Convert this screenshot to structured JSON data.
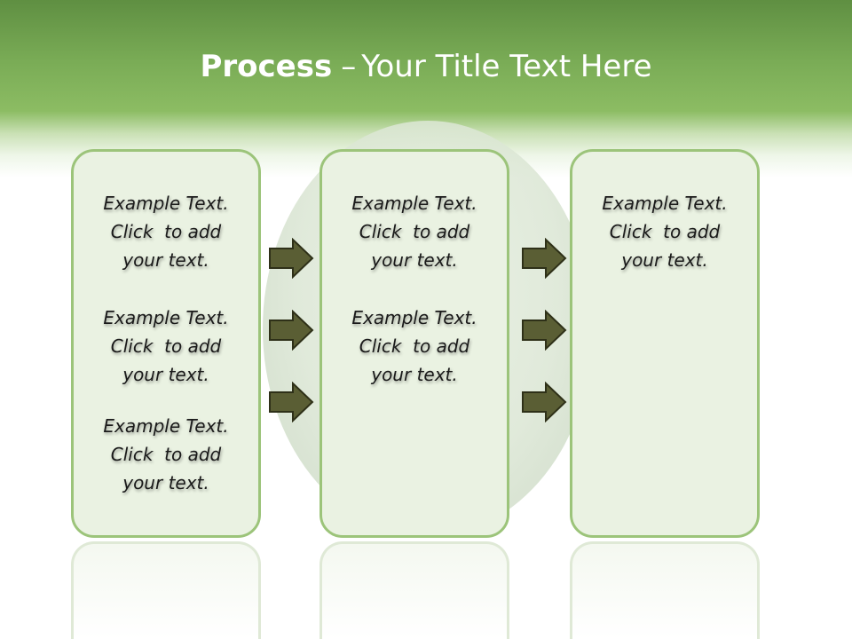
{
  "slide": {
    "title_bold": "Process",
    "title_separator": "–",
    "title_rest": "Your Title Text Here"
  },
  "columns": [
    {
      "items": [
        {
          "l1": "Example Text.",
          "l2": "Click  to add",
          "l3": "your text."
        },
        {
          "l1": "Example Text.",
          "l2": "Click  to add",
          "l3": "your text."
        },
        {
          "l1": "Example Text.",
          "l2": "Click  to add",
          "l3": "your text."
        }
      ]
    },
    {
      "items": [
        {
          "l1": "Example Text.",
          "l2": "Click  to add",
          "l3": "your text."
        },
        {
          "l1": "Example Text.",
          "l2": "Click  to add",
          "l3": "your text."
        }
      ]
    },
    {
      "items": [
        {
          "l1": "Example Text.",
          "l2": "Click  to add",
          "l3": "your text."
        }
      ]
    }
  ],
  "colors": {
    "header_green": "#6e9e4c",
    "panel_border": "#9cc47a",
    "panel_fill": "#eaf2e2",
    "arrow_fill": "#5a5e34"
  },
  "icons": {
    "arrow": "right-arrow-icon"
  }
}
